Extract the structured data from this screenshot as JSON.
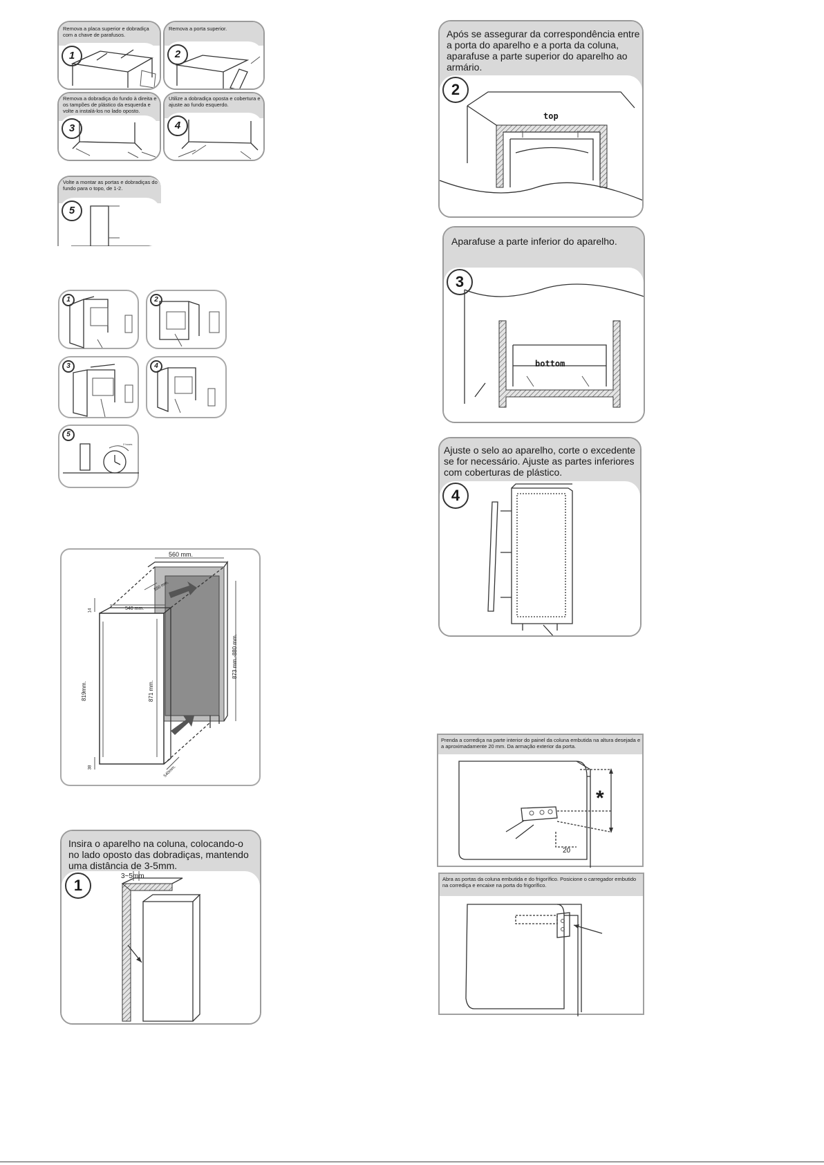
{
  "left": {
    "grid": [
      {
        "num": "1",
        "text": "Remova a placa superior e dobradiça com a chave de parafusos."
      },
      {
        "num": "2",
        "text": "Remova a porta superior."
      },
      {
        "num": "3",
        "text": "Remova a dobradiça do fundo à direita e os tampões de plástico da esquerda e volte a instalá-los no lado oposto."
      },
      {
        "num": "4",
        "text": "Utilize a dobradiça oposta e cobertura e ajuste ao fundo esquerdo."
      },
      {
        "num": "5",
        "text": "Volte a montar as portas e dobradiças do fundo para o topo, de 1-2."
      }
    ],
    "steps": [
      "1",
      "2",
      "3",
      "4",
      "5"
    ],
    "step5_note": "2 hours",
    "dimensions": {
      "top_width": "560 mm.",
      "depth": "550 mm.",
      "appliance_width": "540 mm.",
      "top_gap": "14",
      "height_appliance": "819mm.",
      "height_inner": "871 mm.",
      "height_niche": "873 mm.-880 mm.",
      "bottom_gap": "38",
      "bottom_depth": "540mm."
    },
    "insert": {
      "num": "1",
      "text": "Insira o aparelho na coluna, colocando-o no lado oposto das dobradiças, mantendo uma distância de 3-5mm.",
      "gap": "3~5mm"
    }
  },
  "right": {
    "step2": {
      "num": "2",
      "text": "Após se assegurar da correspondência entre a porta do aparelho e a porta da coluna, aparafuse a parte superior do aparelho ao armário.",
      "label": "top"
    },
    "step3": {
      "num": "3",
      "text": "Aparafuse a parte inferior do aparelho.",
      "label": "bottom"
    },
    "step4": {
      "num": "4",
      "text": "Ajuste o selo ao aparelho, corte o excedente se for necessário. Ajuste as partes inferiores com coberturas de plástico."
    },
    "slide1": {
      "text": "Prenda a corrediça na parte interior do painel da coluna embutida na altura desejada e a aproximadamente 20 mm. Da armação exterior da porta.",
      "star": "*",
      "dim": "20"
    },
    "slide2": {
      "text": "Abra as portas da coluna embutida e do frigorífico. Posicione o carregador embutido na corrediça e encaixe na porta do frigorífico."
    }
  }
}
